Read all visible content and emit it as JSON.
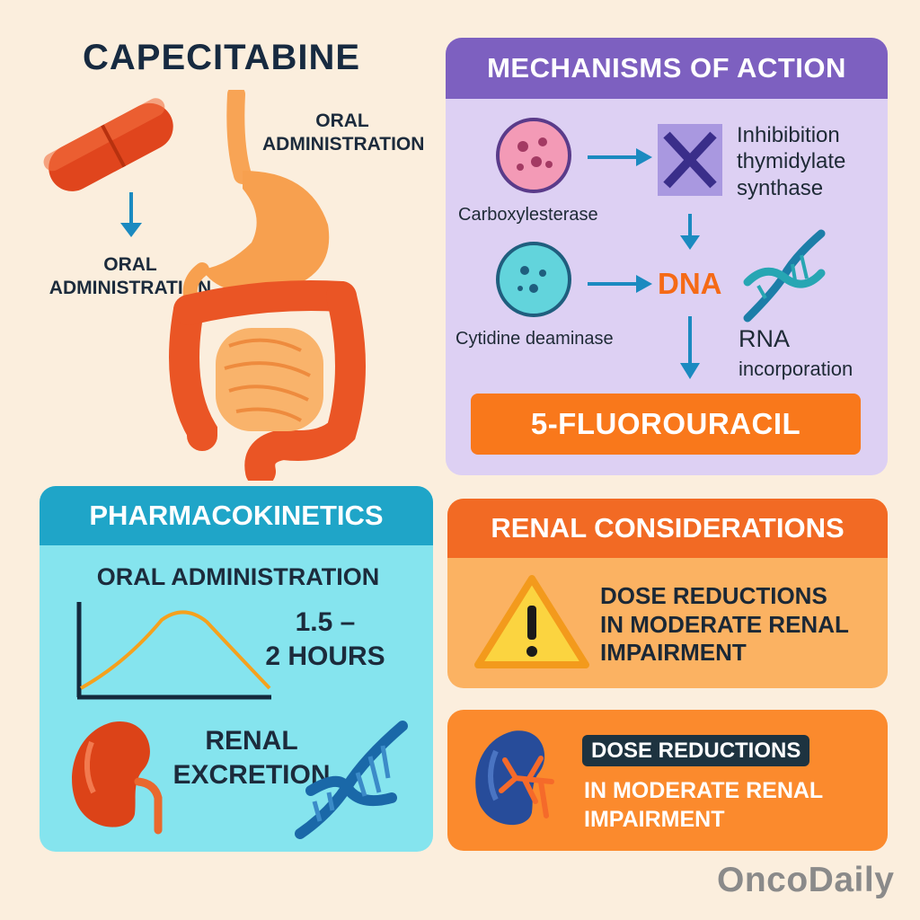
{
  "title": "CAPECITABINE",
  "oral_admin_left": "ORAL ADMINISTRATION",
  "oral_admin_top": "ORAL ADMINISTRATION",
  "mechanisms": {
    "heading": "MECHANISMS OF ACTION",
    "enzyme1": "Carboxylesterase",
    "enzyme2": "Cytidine deaminase",
    "inhibition_lines": [
      "Inhibibition",
      "thymidylate",
      "synthase"
    ],
    "dna_label": "DNA",
    "rna_label": "RNA",
    "rna_sub": "incorporation",
    "result": "5-FLUOROURACIL"
  },
  "pharmacokinetics": {
    "heading": "PHARMACOKINETICS",
    "oral": "ORAL ADMINISTRATION",
    "time_line1": "1.5 –",
    "time_line2": "2 HOURS",
    "renal_line1": "RENAL",
    "renal_line2": "EXCRETION"
  },
  "renal": {
    "heading": "RENAL CONSIDERATIONS",
    "warning_lines": [
      "DOSE REDUCTIONS",
      "IN MODERATE RENAL",
      "IMPAIRMENT"
    ],
    "dose_badge": "DOSE REDUCTIONS",
    "dose_line2": "IN MODERATE RENAL",
    "dose_line3": "IMPAIRMENT"
  },
  "logo": "OncoDaily",
  "colors": {
    "background": "#fbeedd",
    "mechanisms_head": "#7d60c0",
    "pk_head": "#1fa5c8",
    "renal_head": "#f26a24",
    "fluorouracil": "#f9781b"
  },
  "icons": [
    "capsule-icon",
    "digestive-tract-icon",
    "cell-icon",
    "dna-icon",
    "kidney-icon",
    "warning-icon",
    "arrow-icon"
  ]
}
